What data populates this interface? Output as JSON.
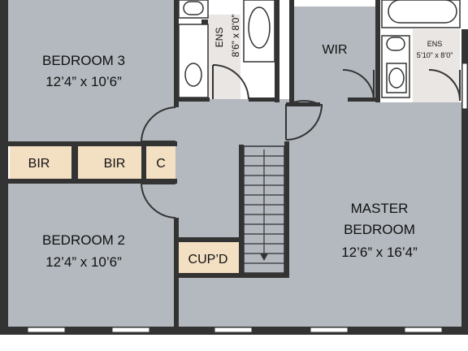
{
  "floor_plan": {
    "bedroom3": {
      "name": "BEDROOM 3",
      "size": "12’4” x 10’6”"
    },
    "bedroom2": {
      "name": "BEDROOM 2",
      "size": "12’4” x 10’6”"
    },
    "master": {
      "line1": "MASTER",
      "line2": "BEDROOM",
      "size": "12’6” x 16’4”"
    },
    "ens_left": {
      "name": "ENS",
      "size": "8’6” x 8’0”"
    },
    "ens_right": {
      "name": "ENS",
      "size": "5’10” x 8’0”"
    },
    "wir": "WIR",
    "bir_1": "BIR",
    "bir_2": "BIR",
    "linen": "C",
    "cupboard": "CUP’D"
  },
  "colors": {
    "wall": "#333333",
    "floor": "#b3b9bf",
    "storage": "#f3dfc2",
    "tile": "#ffffff",
    "window": "#ffffff"
  }
}
